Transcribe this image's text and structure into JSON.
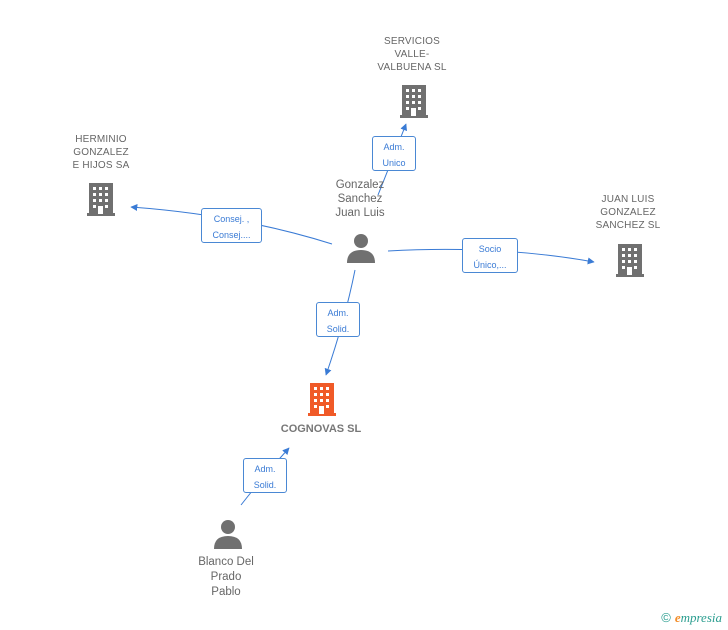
{
  "nodes": {
    "servicios": {
      "lines": [
        "SERVICIOS",
        "VALLE-",
        "VALBUENA  SL"
      ],
      "type": "company"
    },
    "herminio": {
      "lines": [
        "HERMINIO",
        "GONZALEZ",
        "E HIJOS SA"
      ],
      "type": "company"
    },
    "juan_luis_sl": {
      "lines": [
        "JUAN LUIS",
        "GONZALEZ",
        "SANCHEZ SL"
      ],
      "type": "company"
    },
    "gonzalez_person": {
      "lines": [
        "Gonzalez",
        "Sanchez",
        "Juan Luis"
      ],
      "type": "person"
    },
    "cognovas": {
      "lines": [
        "COGNOVAS SL"
      ],
      "type": "main-company"
    },
    "blanco_person": {
      "lines": [
        "Blanco Del",
        "Prado",
        "Pablo"
      ],
      "type": "person"
    }
  },
  "edges": {
    "to_servicios": {
      "lines": [
        "Adm.",
        "Unico"
      ]
    },
    "to_herminio": {
      "lines": [
        "Consej. ,",
        "Consej...."
      ]
    },
    "to_juan_luis_sl": {
      "lines": [
        "Socio",
        "Único,..."
      ]
    },
    "gonzalez_to_cognovas": {
      "lines": [
        "Adm.",
        "Solid."
      ]
    },
    "blanco_to_cognovas": {
      "lines": [
        "Adm.",
        "Solid."
      ]
    }
  },
  "footer": {
    "copyright": "©",
    "brand_initial": "e",
    "brand_rest": "mpresia"
  },
  "colors": {
    "edge": "#3a7bd5",
    "company_icon": "#707070",
    "main_company_icon": "#f05a28",
    "person_icon": "#707070"
  },
  "icons": {
    "company": "building-icon",
    "main_company": "building-icon",
    "person": "person-icon"
  }
}
